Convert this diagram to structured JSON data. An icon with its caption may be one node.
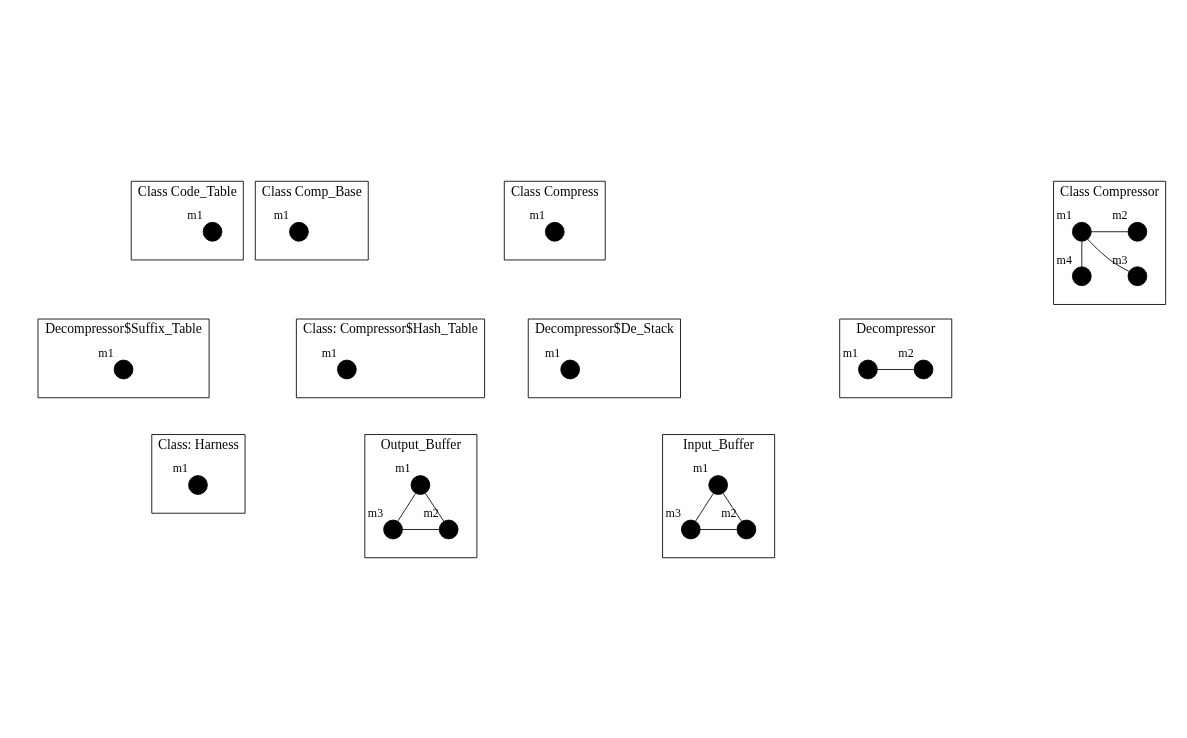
{
  "diagram": {
    "nodes": [
      {
        "text": [
          "Class Code_Table"
        ]
      },
      {
        "text": [],
        "shape": "circle",
        "beside": [
          "m1"
        ],
        "in": 0
      },
      {
        "text": [
          "Class Comp_Base"
        ]
      },
      {
        "text": [],
        "shape": "circle",
        "beside": [
          "m1"
        ],
        "in": 2
      },
      {
        "text": [
          "Class Compress"
        ]
      },
      {
        "text": [],
        "shape": "circle",
        "beside": [
          "m1"
        ],
        "in": 4
      },
      {
        "text": [
          "Class Compressor"
        ]
      },
      {
        "text": [],
        "shape": "circle",
        "beside": [
          "m1"
        ],
        "in": 6
      },
      {
        "text": [],
        "shape": "circle",
        "beside": [
          "m2"
        ],
        "in": 6
      },
      {
        "text": [],
        "shape": "circle",
        "beside": [
          "m4"
        ],
        "in": 6
      },
      {
        "text": [],
        "shape": "circle",
        "beside": [
          "m3"
        ],
        "in": 6
      },
      {
        "text": [
          "Class: Compressor$Hash_Table"
        ]
      },
      {
        "text": [],
        "shape": "circle",
        "beside": [
          "m1"
        ],
        "in": 11
      },
      {
        "text": [
          "Decompressor"
        ]
      },
      {
        "text": [],
        "shape": "circle",
        "beside": [
          "m1"
        ],
        "in": 13
      },
      {
        "text": [],
        "shape": "circle",
        "beside": [
          "m2"
        ],
        "in": 13
      },
      {
        "text": [
          "Decompressor$De_Stack"
        ]
      },
      {
        "text": [],
        "shape": "circle",
        "beside": [
          "m1"
        ],
        "in": 16
      },
      {
        "text": [
          "Decompressor$Suffix_Table"
        ]
      },
      {
        "text": [],
        "shape": "circle",
        "beside": [
          "m1"
        ],
        "in": 18
      },
      {
        "text": [
          "Class: Harness"
        ]
      },
      {
        "text": [],
        "shape": "circle",
        "beside": [
          "m1"
        ],
        "in": 20
      },
      {
        "text": [
          "Input_Buffer"
        ]
      },
      {
        "text": [],
        "shape": "circle",
        "beside": [
          "m1"
        ],
        "in": 22
      },
      {
        "text": [],
        "shape": "circle",
        "beside": [
          "m3"
        ],
        "in": 22
      },
      {
        "text": [],
        "shape": "circle",
        "beside": [
          "m2"
        ],
        "in": 22
      },
      {
        "text": [
          "Output_Buffer"
        ]
      },
      {
        "text": [],
        "shape": "circle",
        "beside": [
          "m1"
        ],
        "in": 26
      },
      {
        "text": [],
        "shape": "circle",
        "beside": [
          "m3"
        ],
        "in": 26
      },
      {
        "text": [],
        "shape": "circle",
        "beside": [
          "m2"
        ],
        "in": 26
      }
    ],
    "edges": [
      {
        "from": 7,
        "to": 8,
        "arrow": "none"
      },
      {
        "from": 7,
        "to": 9,
        "arrow": "none"
      },
      {
        "from": 7,
        "to": 10,
        "arrow": "none"
      },
      {
        "from": 14,
        "to": 15,
        "arrow": "none"
      },
      {
        "from": 23,
        "to": 24,
        "arrow": "none"
      },
      {
        "from": 23,
        "to": 25,
        "arrow": "none"
      },
      {
        "from": 24,
        "to": 25,
        "arrow": "none"
      },
      {
        "from": 27,
        "to": 28,
        "arrow": "none"
      },
      {
        "from": 27,
        "to": 29,
        "arrow": "none"
      },
      {
        "from": 28,
        "to": 29,
        "arrow": "none"
      }
    ]
  }
}
